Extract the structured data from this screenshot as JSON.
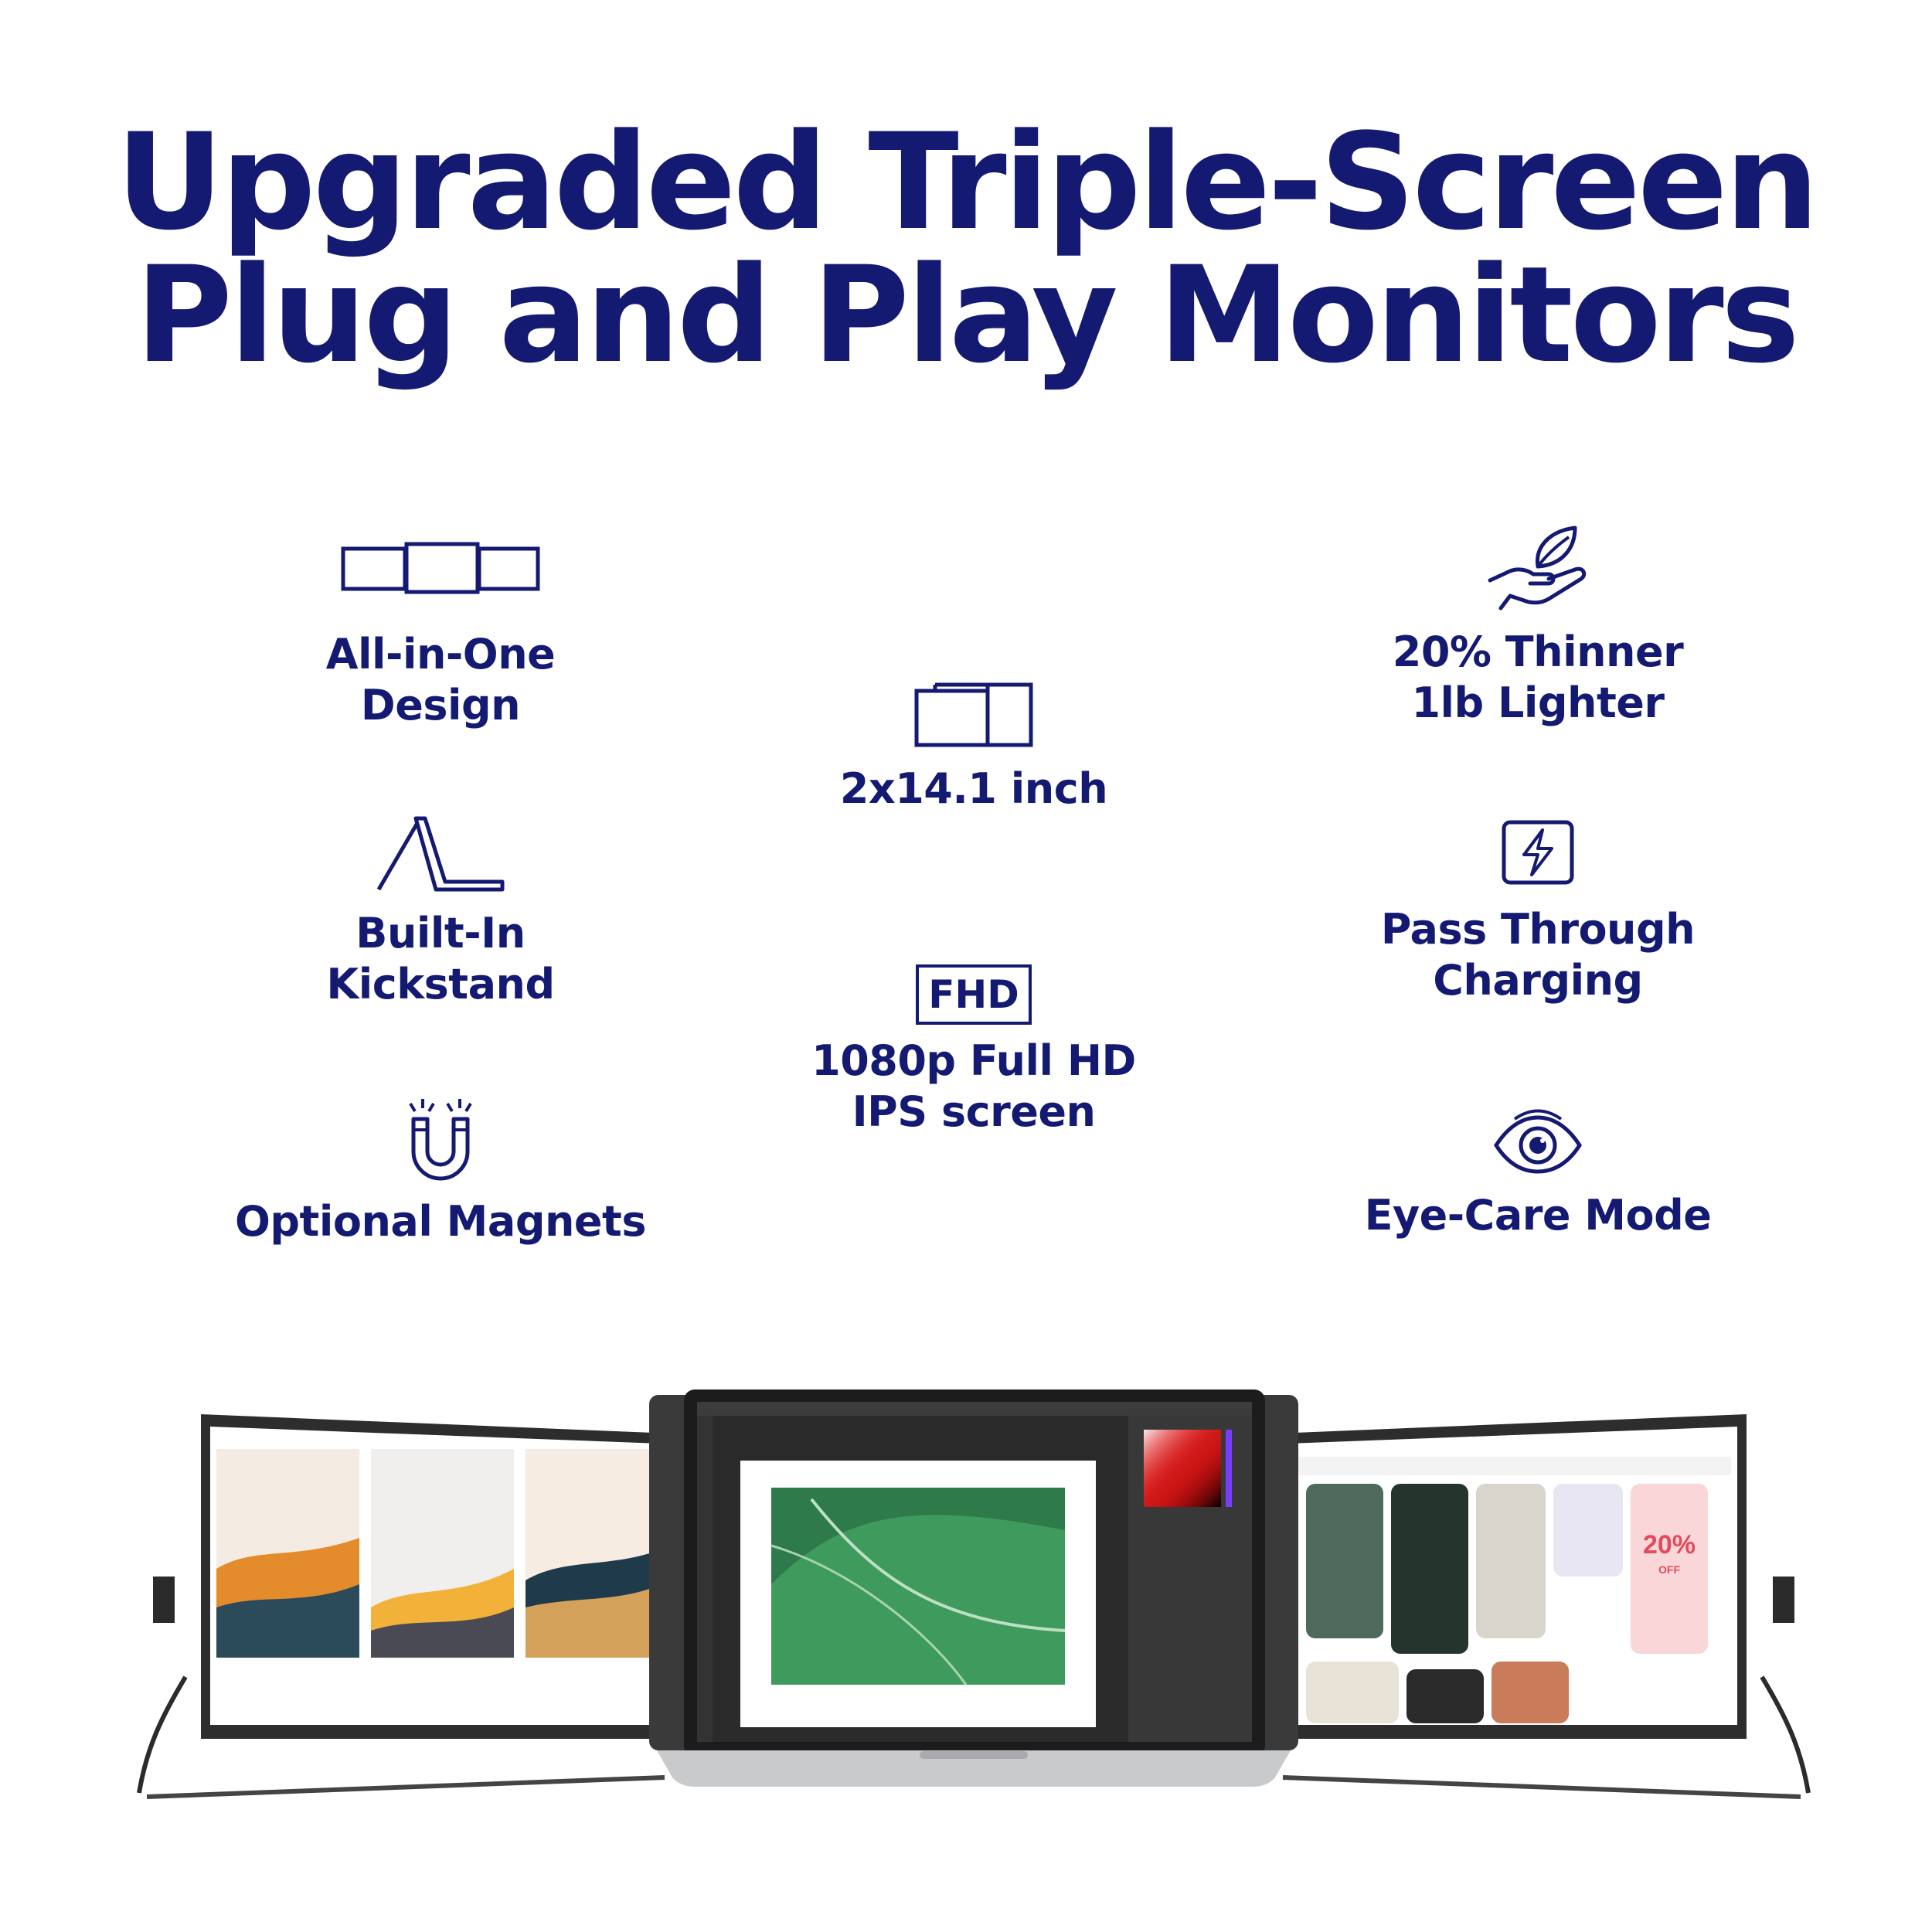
{
  "headline": {
    "line1": "Upgraded Triple-Screen",
    "line2": "Plug and Play Monitors"
  },
  "features": {
    "all_in_one": {
      "line1": "All-in-One",
      "line2": "Design",
      "icon": "triple-screen-icon"
    },
    "kickstand": {
      "line1": "Built-In",
      "line2": "Kickstand",
      "icon": "kickstand-icon"
    },
    "magnets": {
      "line1": "Optional Magnets",
      "icon": "magnet-icon"
    },
    "size": {
      "line1": "2x14.1 inch",
      "icon": "dual-screen-icon"
    },
    "fhd": {
      "badge": "FHD",
      "line1": "1080p Full HD",
      "line2": "IPS screen"
    },
    "thinner": {
      "line1": "20% Thinner",
      "line2": "1lb Lighter",
      "icon": "leaf-hand-icon"
    },
    "charging": {
      "line1": "Pass Through",
      "line2": "Charging",
      "icon": "lightning-icon"
    },
    "eye_care": {
      "line1": "Eye-Care Mode",
      "icon": "eye-icon"
    }
  },
  "product_image": {
    "screen_right_promo": "20%",
    "screen_right_promo_sub": "OFF"
  },
  "colors": {
    "brand": "#141a72",
    "background": "#ffffff"
  }
}
